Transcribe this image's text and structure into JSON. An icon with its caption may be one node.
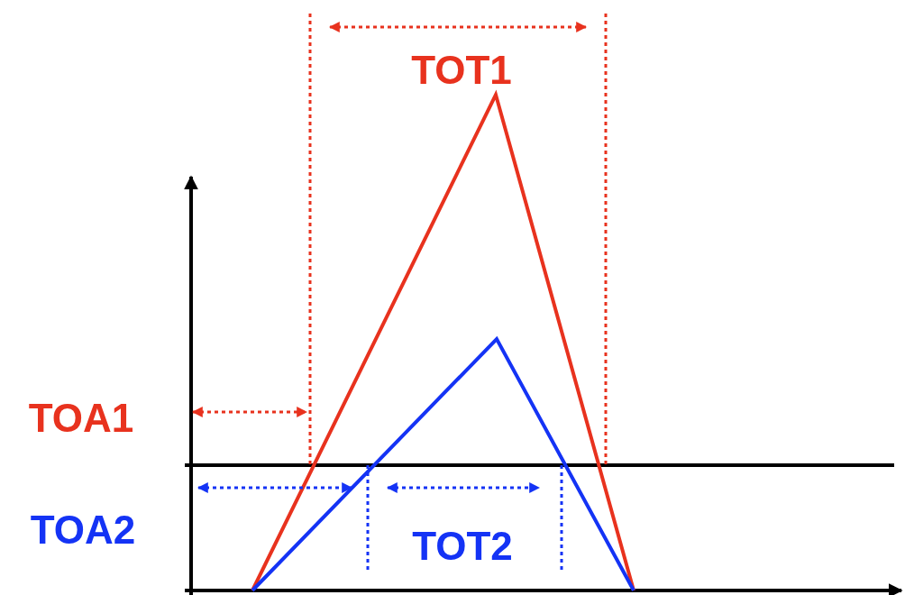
{
  "diagram": {
    "labels": [
      "TOT1",
      "TOA1",
      "TOA2",
      "TOT2"
    ]
  }
}
